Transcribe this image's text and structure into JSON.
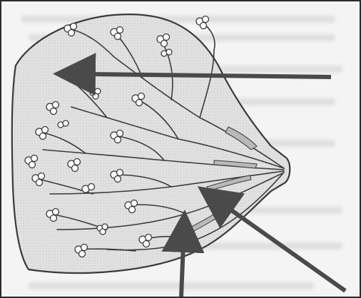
{
  "figure": {
    "description_icon": "breast-lobules-ducts-illustration",
    "colors": {
      "background": "#f4f4f4",
      "frame": "#2b2b2b",
      "line": "#3a3a3a",
      "shading": "#b9b9b9",
      "arrow": "#4a4a4a"
    },
    "arrows": [
      {
        "name": "lobule-arrow"
      },
      {
        "name": "duct-arrow"
      },
      {
        "name": "milk-sinus-arrow"
      }
    ]
  }
}
